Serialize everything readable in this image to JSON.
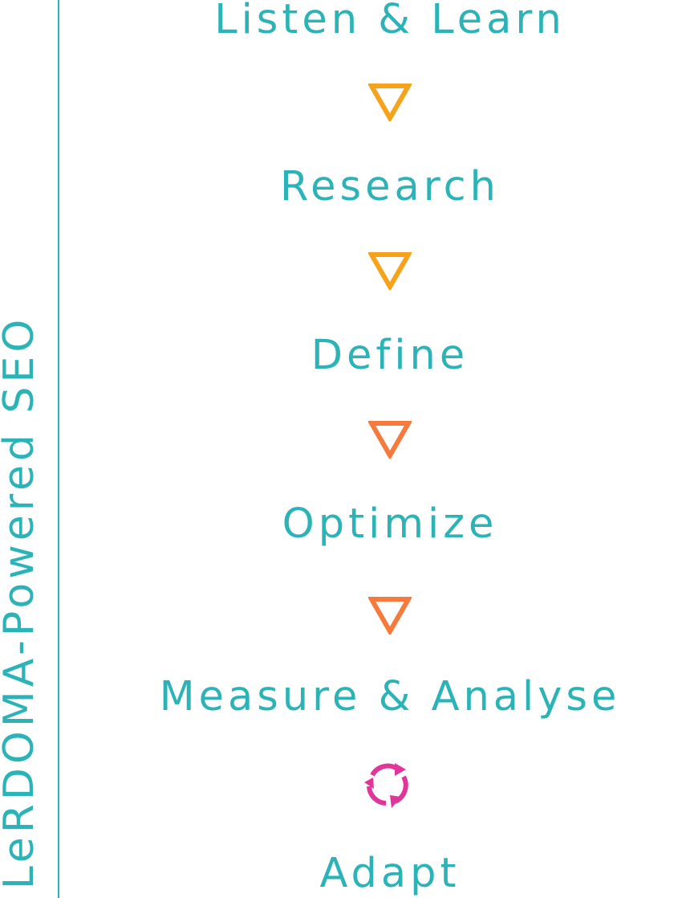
{
  "sidebar": {
    "title": "LeRDOMA-Powered SEO"
  },
  "steps": [
    {
      "label": "Listen & Learn"
    },
    {
      "label": "Research"
    },
    {
      "label": "Define"
    },
    {
      "label": "Optimize"
    },
    {
      "label": "Measure & Analyse"
    },
    {
      "label": "Adapt"
    }
  ],
  "connectors": [
    {
      "icon": "down-triangle-icon",
      "color": "#f7a21b"
    },
    {
      "icon": "down-triangle-icon",
      "color": "#f7a21b"
    },
    {
      "icon": "down-triangle-icon",
      "color": "#f57a3b"
    },
    {
      "icon": "down-triangle-icon",
      "color": "#f57a3b"
    },
    {
      "icon": "cycle-arrows-icon",
      "color": "#e2359a"
    }
  ],
  "colors": {
    "text": "#2bb3b7",
    "divider": "#2bb3b7"
  }
}
